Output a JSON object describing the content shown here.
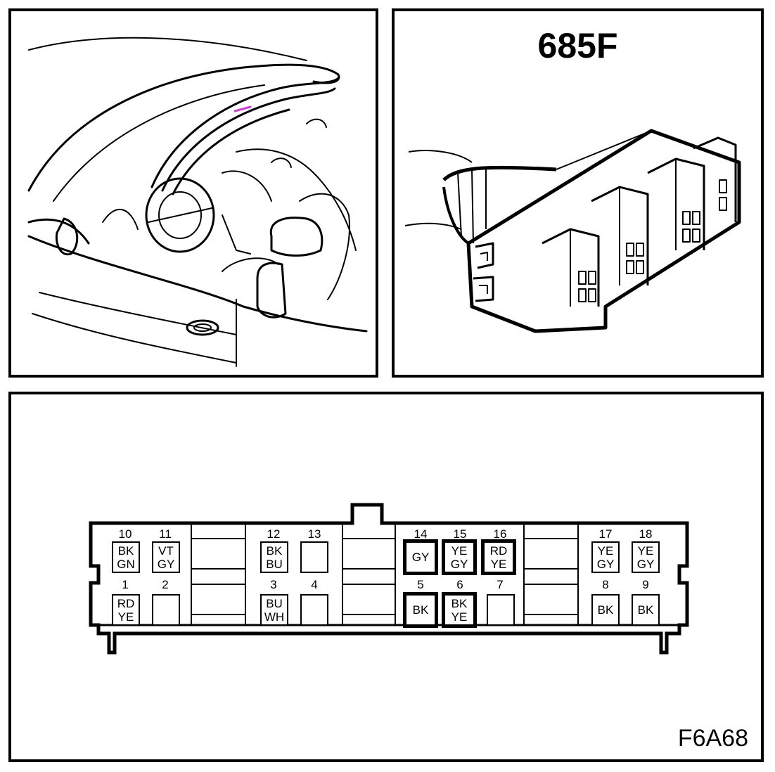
{
  "connector": {
    "title": "685F",
    "figure_code": "F6A68",
    "pins": [
      {
        "num": "10",
        "colors": [
          "BK",
          "GN"
        ],
        "highlight": false
      },
      {
        "num": "11",
        "colors": [
          "VT",
          "GY"
        ],
        "highlight": false
      },
      {
        "num": "12",
        "colors": [
          "BK",
          "BU"
        ],
        "highlight": false
      },
      {
        "num": "13",
        "colors": [],
        "highlight": false
      },
      {
        "num": "14",
        "colors": [
          "GY"
        ],
        "highlight": true
      },
      {
        "num": "15",
        "colors": [
          "YE",
          "GY"
        ],
        "highlight": true
      },
      {
        "num": "16",
        "colors": [
          "RD",
          "YE"
        ],
        "highlight": true
      },
      {
        "num": "17",
        "colors": [
          "YE",
          "GY"
        ],
        "highlight": false
      },
      {
        "num": "18",
        "colors": [
          "YE",
          "GY"
        ],
        "highlight": false
      },
      {
        "num": "1",
        "colors": [
          "RD",
          "YE"
        ],
        "highlight": false
      },
      {
        "num": "2",
        "colors": [],
        "highlight": false
      },
      {
        "num": "3",
        "colors": [
          "BU",
          "WH"
        ],
        "highlight": false
      },
      {
        "num": "4",
        "colors": [],
        "highlight": false
      },
      {
        "num": "5",
        "colors": [
          "BK"
        ],
        "highlight": true
      },
      {
        "num": "6",
        "colors": [
          "BK",
          "YE"
        ],
        "highlight": true
      },
      {
        "num": "7",
        "colors": [],
        "highlight": false
      },
      {
        "num": "8",
        "colors": [
          "BK"
        ],
        "highlight": false
      },
      {
        "num": "9",
        "colors": [
          "BK"
        ],
        "highlight": false
      }
    ]
  }
}
